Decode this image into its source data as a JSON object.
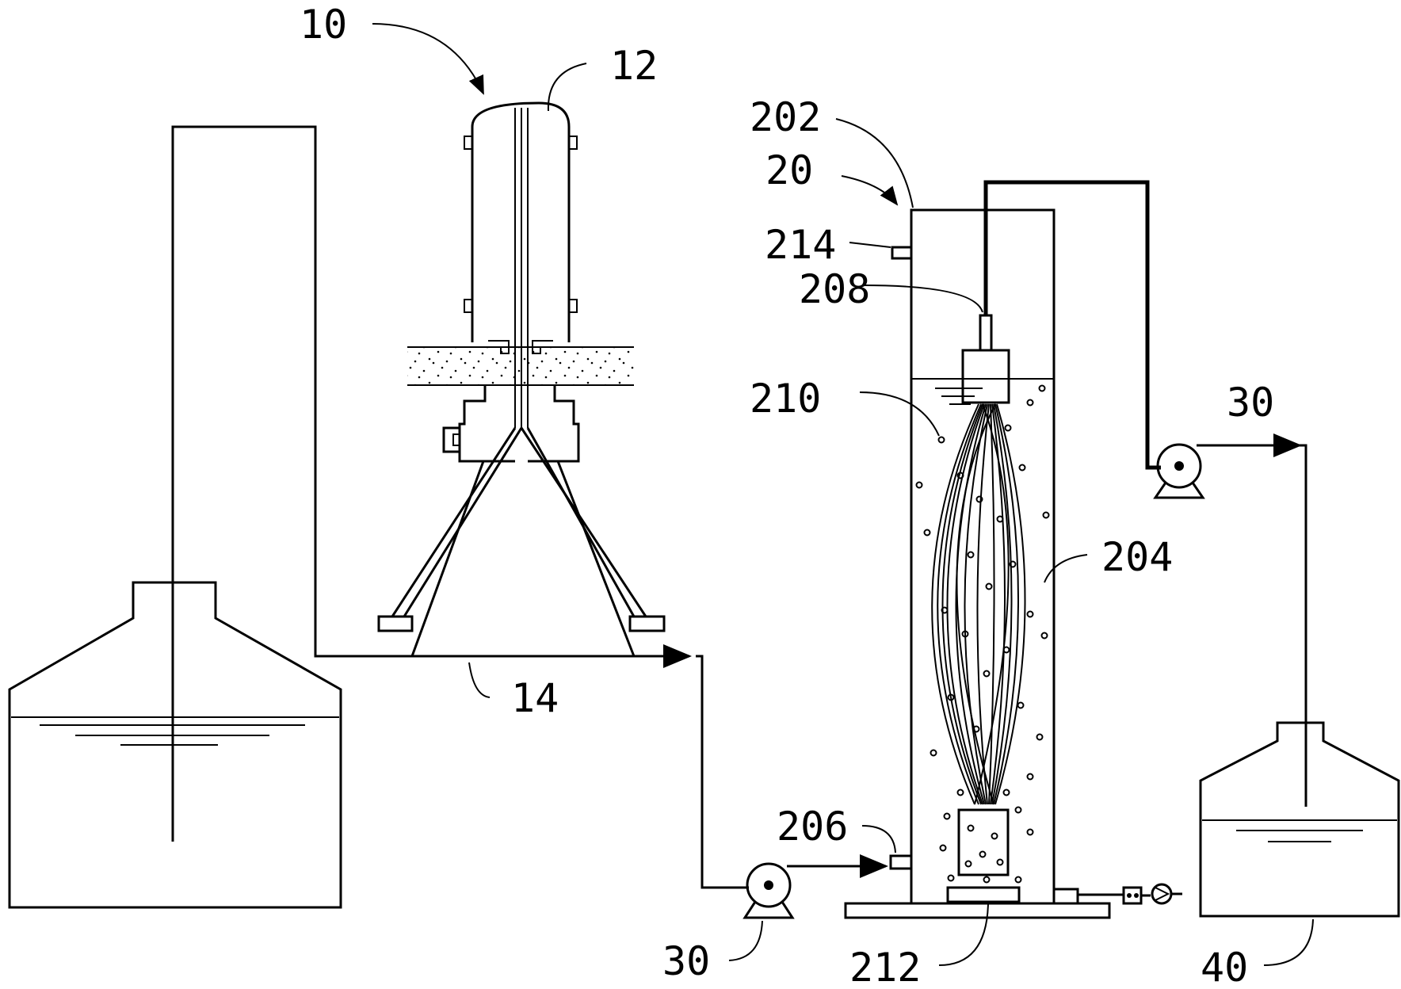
{
  "labels": {
    "apparatus": "10",
    "spinneret": "12",
    "collector": "14",
    "reactor": "20",
    "vessel": "202",
    "fiber_bundle": "204",
    "inlet": "206",
    "outlet_head": "208",
    "particles": "210",
    "aerator": "212",
    "port": "214",
    "pump_left": "30",
    "pump_right": "30",
    "tank": "40"
  }
}
